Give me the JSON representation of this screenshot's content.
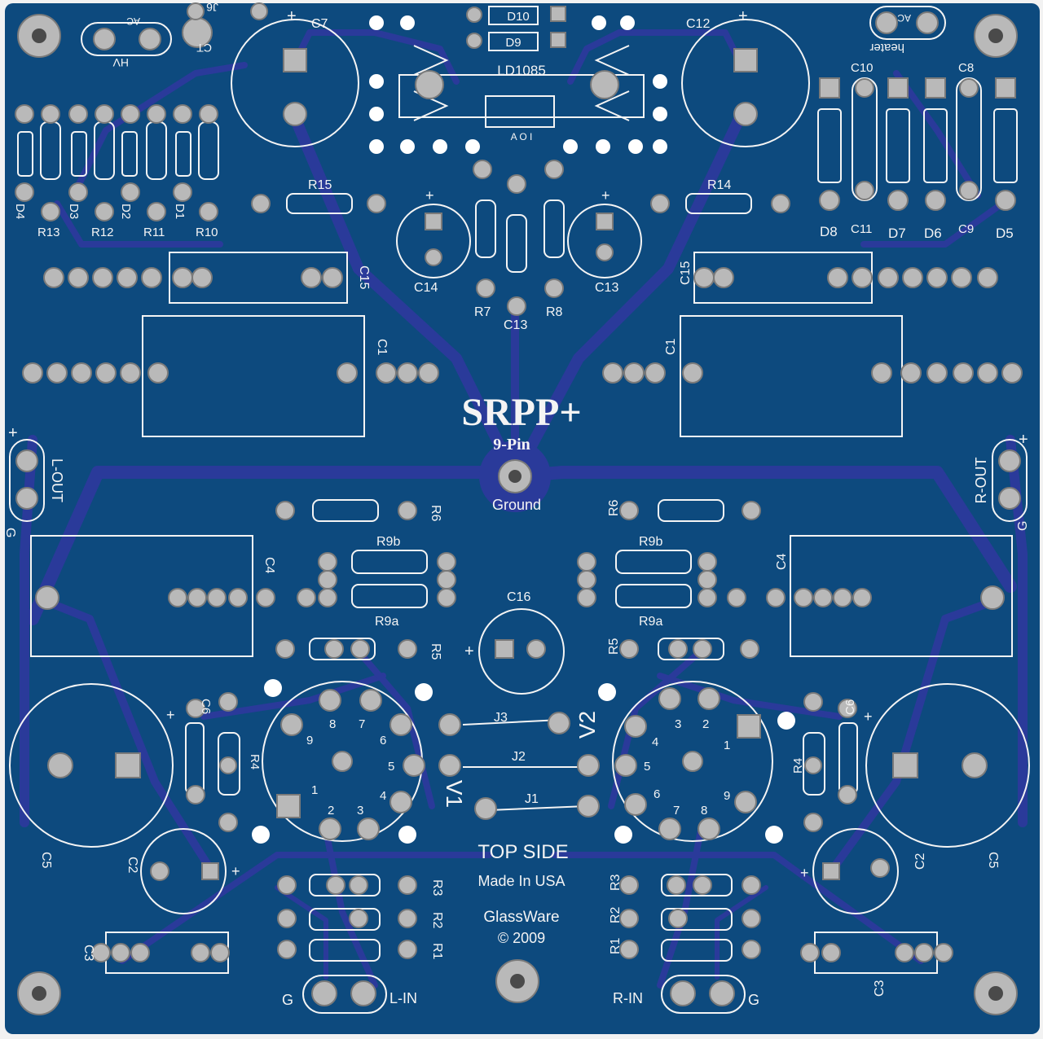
{
  "board": {
    "title": "SRPP+",
    "subtitle": "9-Pin",
    "side": "TOP SIDE",
    "made_in": "Made In USA",
    "maker": "GlassWare",
    "copyright": "© 2009",
    "ground": "Ground"
  },
  "regulator": {
    "name": "LD1085",
    "pins": "A O I",
    "diodes": [
      "D10",
      "D9"
    ]
  },
  "connectors": {
    "j6": "J6",
    "hv": "HV",
    "ac_left": "AC",
    "ct": "CT",
    "ac_right": "AC",
    "heater": "heater",
    "l_out": "L-OUT",
    "r_out": "R-OUT",
    "l_in": "L-IN",
    "r_in": "R-IN",
    "plus": "+",
    "ground_g": "G"
  },
  "tubes": {
    "v1": "V1",
    "v2": "V2",
    "v1_pins": [
      "1",
      "2",
      "3",
      "4",
      "5",
      "6",
      "7",
      "8",
      "9"
    ],
    "v2_pins": [
      "1",
      "2",
      "3",
      "4",
      "5",
      "6",
      "7",
      "8",
      "9"
    ]
  },
  "labels": {
    "top_left_diodes": [
      "D4",
      "D3",
      "D2",
      "D1"
    ],
    "top_left_resistors": [
      "R13",
      "R12",
      "R11",
      "R10"
    ],
    "top_right_diodes": [
      "D8",
      "D7",
      "D6",
      "D5"
    ],
    "top_right_caps": [
      "C10",
      "C11",
      "C8",
      "C9"
    ],
    "c7": "C7",
    "c12": "C12",
    "c14": "C14",
    "c13": "C13",
    "c13b": "C13",
    "r15": "R15",
    "r14": "R14",
    "r7": "R7",
    "r8": "R8",
    "c15": "C15",
    "c1": "C1",
    "c4": "C4",
    "c16": "C16",
    "r6": "R6",
    "r9a": "R9a",
    "r9b": "R9b",
    "r5": "R5",
    "c6": "C6",
    "r4": "R4",
    "c5": "C5",
    "c2": "C2",
    "c3": "C3",
    "r3": "R3",
    "r2": "R2",
    "r1": "R1",
    "j1": "J1",
    "j2": "J2",
    "j3": "J3"
  },
  "colors": {
    "board": "#0d4a7e",
    "trace": "#2a3a9a",
    "silkscreen": "#f4f4f4",
    "pad": "#b9b9b9"
  }
}
